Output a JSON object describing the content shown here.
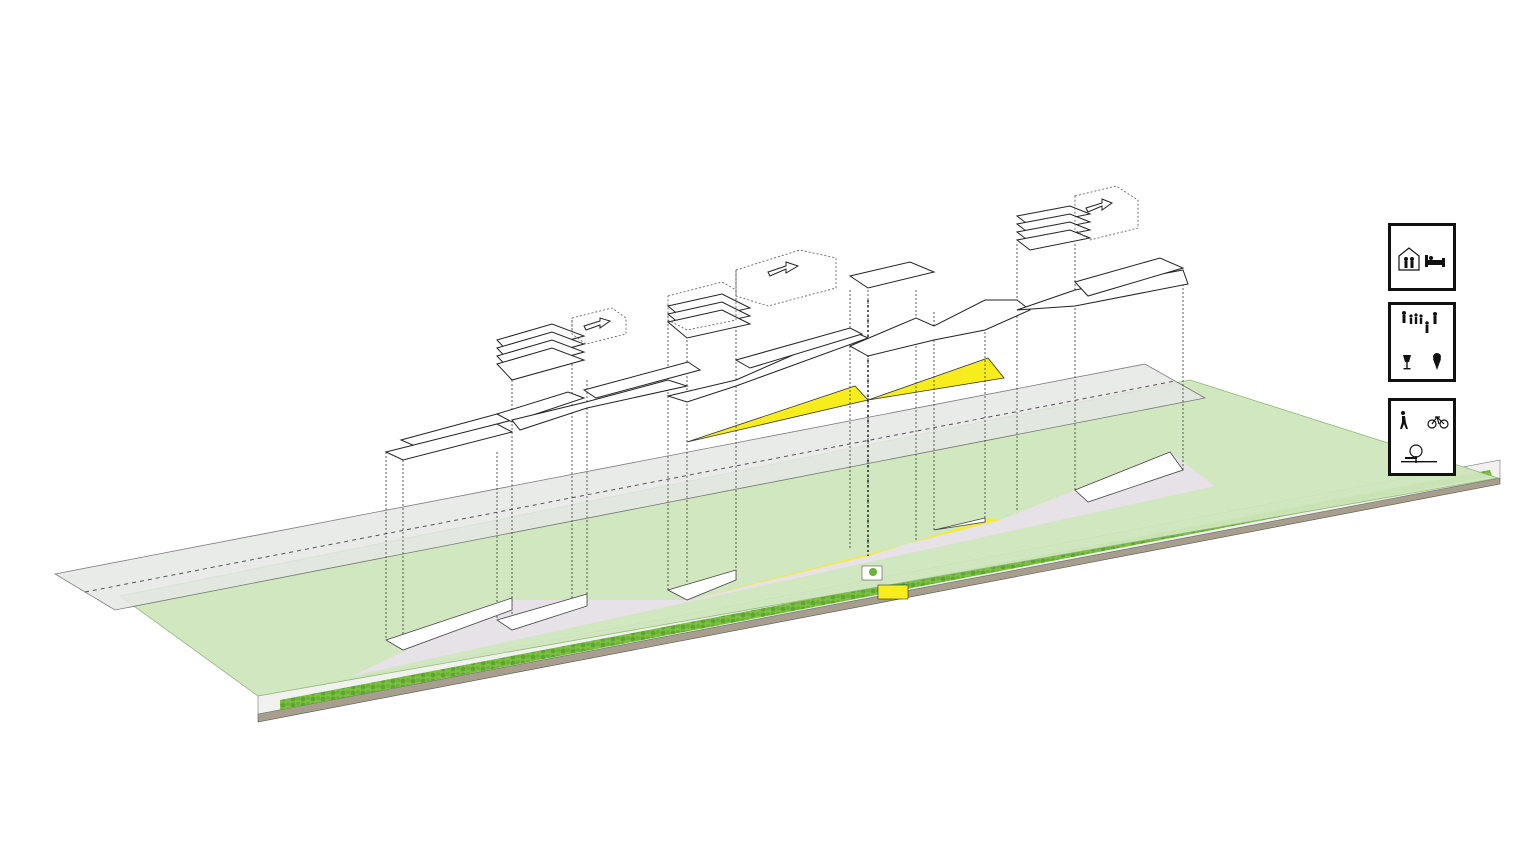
{
  "colors": {
    "park_green": "#cfe6bc",
    "grass_green": "#7dbf3f",
    "hedge_green": "#5aa630",
    "road_grey": "#e6e8e6",
    "plaza_yellow": "#f7ec1c",
    "lilac_ground": "#e9e0ec",
    "outline": "#2a2a2a",
    "soil_brown": "#a89e8e"
  },
  "legend": [
    {
      "name": "housing-legend",
      "icons": [
        "house-family-icon",
        "bed-icon"
      ]
    },
    {
      "name": "social-legend",
      "icons": [
        "people-crowd-icon",
        "wine-glass-icon",
        "ice-cream-icon"
      ]
    },
    {
      "name": "mobility-legend",
      "icons": [
        "pedestrian-icon",
        "bicycle-icon",
        "tree-bench-icon"
      ]
    }
  ]
}
